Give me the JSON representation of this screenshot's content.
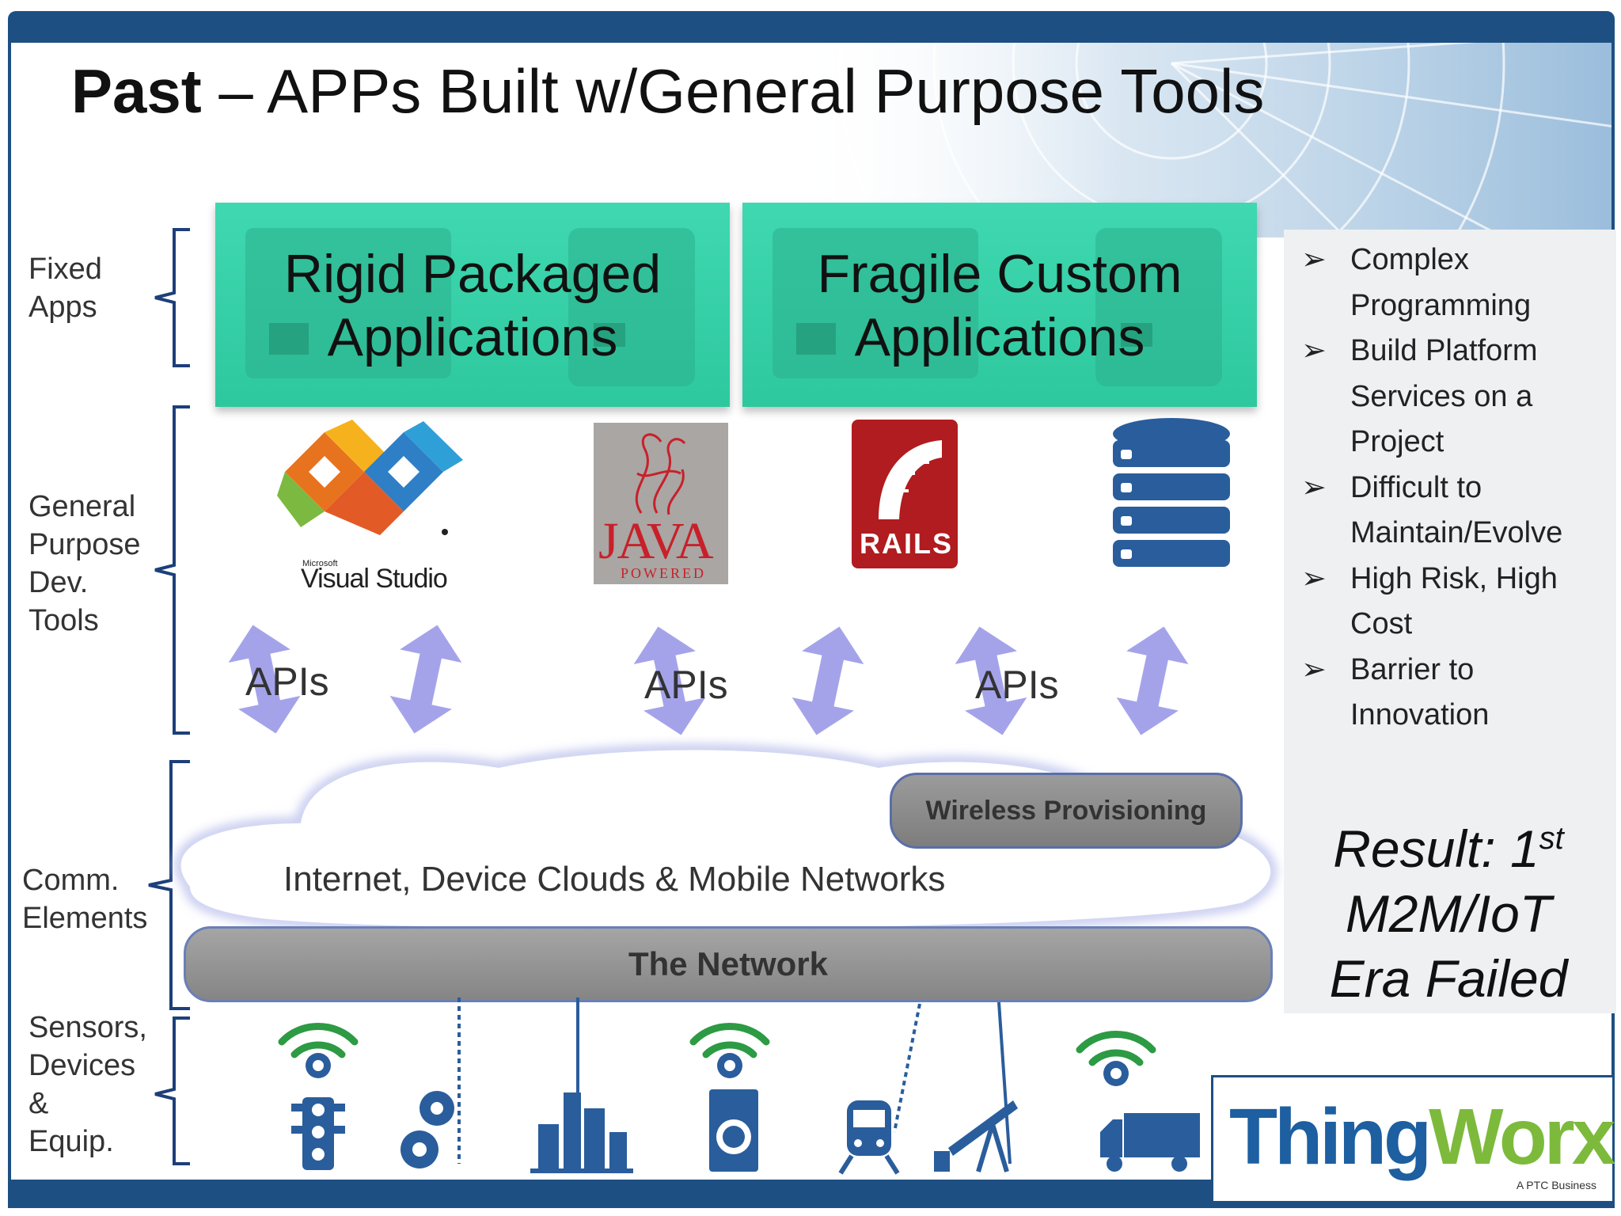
{
  "title": {
    "bold": "Past",
    "rest": " – APPs Built w/General Purpose Tools"
  },
  "layers": {
    "fixed_apps": "Fixed\nApps",
    "general_purpose": "General\nPurpose\nDev.\nTools",
    "comm_elements": "Comm.\nElements",
    "sensors": "Sensors,\nDevices\n&\nEquip."
  },
  "apps": [
    {
      "label": "Rigid Packaged\nApplications"
    },
    {
      "label": "Fragile Custom\nApplications"
    }
  ],
  "tools": {
    "visual_studio_small": "Microsoft",
    "visual_studio": "Visual Studio",
    "java": "JAVA",
    "java_sub": "POWERED",
    "rails": "RAILS"
  },
  "apis": [
    "APIs",
    "APIs",
    "APIs"
  ],
  "network": {
    "wireless": "Wireless Provisioning",
    "cloud": "Internet, Device Clouds & Mobile Networks",
    "network": "The Network"
  },
  "bullets": [
    "Complex Programming",
    "Build Platform Services on a Project",
    "Difficult to Maintain/Evolve",
    "High Risk, High Cost",
    "Barrier to Innovation"
  ],
  "result": {
    "line1": "Result: 1",
    "sup": "st",
    "line2": "M2M/IoT",
    "line3": "Era Failed"
  },
  "logo": {
    "thing": "Thing",
    "worx": "Worx",
    "tag": "A PTC Business"
  },
  "colors": {
    "frame": "#1d4f82",
    "app_box": "#3fd8b0",
    "arrows": "#a4a3ea",
    "icon_blue": "#2a5d9c",
    "wifi_green": "#2d9a44",
    "logo_green": "#7dba3c"
  }
}
